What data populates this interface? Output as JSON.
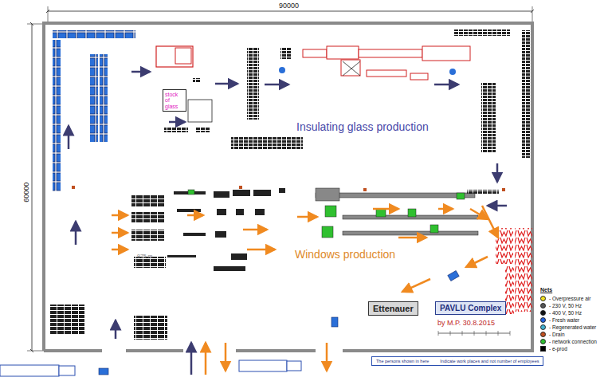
{
  "diagram": {
    "nodes": [
      {
        "text": [
          "stock of glass"
        ]
      },
      {
        "text": [
          "Ettenauer"
        ]
      },
      {
        "text": [
          "PAVLU Complex"
        ]
      },
      {
        "text": [
          "The persons shown in here",
          "Indicate work places and not number of employees"
        ]
      }
    ],
    "labels": [
      "90000",
      "60000",
      "Insulating glass production",
      "Windows production",
      "975 m",
      "by M.P. 30.8.2015",
      "Nets"
    ],
    "legend": [
      {
        "text": "- Overpressure air",
        "color": "#f0e020"
      },
      {
        "text": "- 230 V, 50 Hz",
        "color": "#555555"
      },
      {
        "text": "- 400 V, 50 Hz",
        "color": "#111111"
      },
      {
        "text": "- Fresh water",
        "color": "#2060e0"
      },
      {
        "text": "- Regenerated water",
        "color": "#40b0d0"
      },
      {
        "text": "- Drain",
        "color": "#c05020"
      },
      {
        "text": "- network connection",
        "color": "#30c030"
      },
      {
        "text": "- e-prod",
        "color": "#000000"
      }
    ]
  }
}
